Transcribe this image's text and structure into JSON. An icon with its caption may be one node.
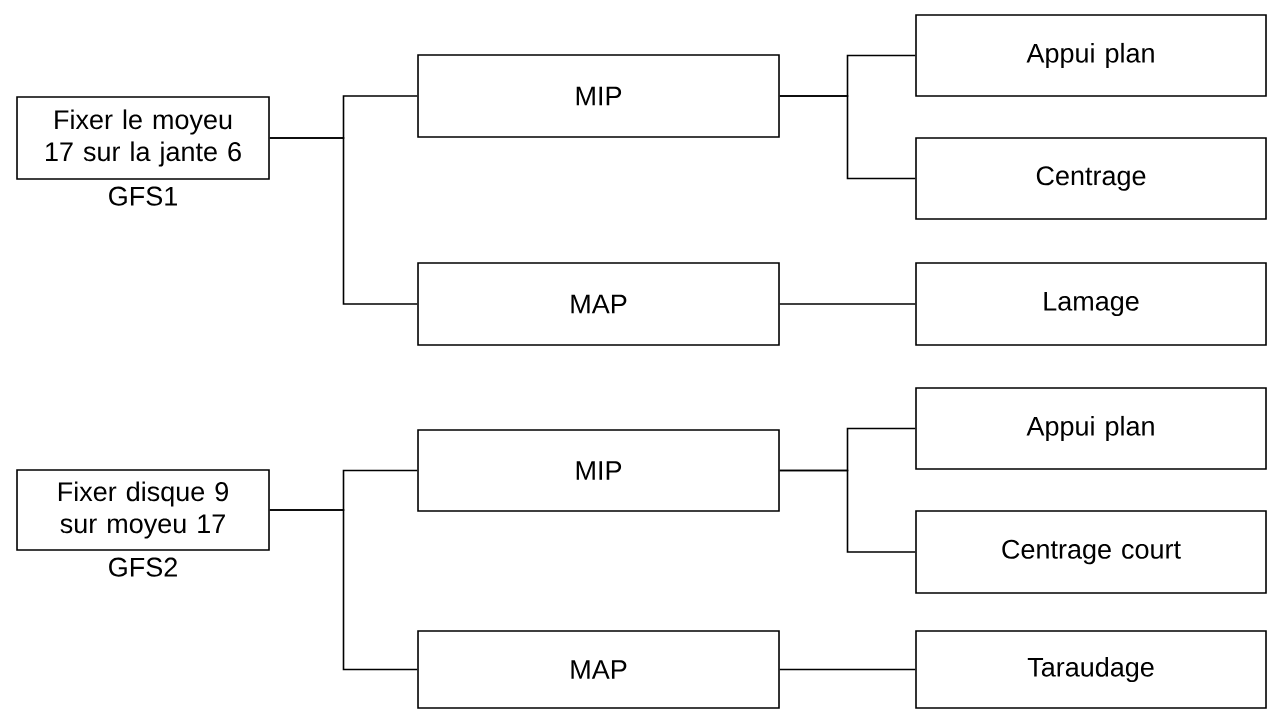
{
  "diagram": {
    "nodes": [
      {
        "text": [
          "Fixer le moyeu 17 sur la jante 6"
        ],
        "beside": [
          "GFS1"
        ]
      },
      {
        "text": [
          "MIP"
        ]
      },
      {
        "text": [
          "Appui plan"
        ]
      },
      {
        "text": [
          "Centrage"
        ]
      },
      {
        "text": [
          "MAP"
        ]
      },
      {
        "text": [
          "Lamage"
        ]
      },
      {
        "text": [
          "Fixer disque 9 sur moyeu 17"
        ],
        "beside": [
          "GFS2"
        ]
      },
      {
        "text": [
          "MIP"
        ]
      },
      {
        "text": [
          "Appui plan"
        ]
      },
      {
        "text": [
          "Centrage court"
        ]
      },
      {
        "text": [
          "MAP"
        ]
      },
      {
        "text": [
          "Taraudage"
        ]
      }
    ],
    "edges": [
      {
        "from": 0,
        "to": 1,
        "arrow": "none"
      },
      {
        "from": 0,
        "to": 4,
        "arrow": "none"
      },
      {
        "from": 1,
        "to": 2,
        "arrow": "none"
      },
      {
        "from": 1,
        "to": 3,
        "arrow": "none"
      },
      {
        "from": 4,
        "to": 5,
        "arrow": "none"
      },
      {
        "from": 6,
        "to": 7,
        "arrow": "none"
      },
      {
        "from": 6,
        "to": 10,
        "arrow": "none"
      },
      {
        "from": 7,
        "to": 8,
        "arrow": "none"
      },
      {
        "from": 7,
        "to": 9,
        "arrow": "none"
      },
      {
        "from": 10,
        "to": 11,
        "arrow": "none"
      }
    ]
  }
}
